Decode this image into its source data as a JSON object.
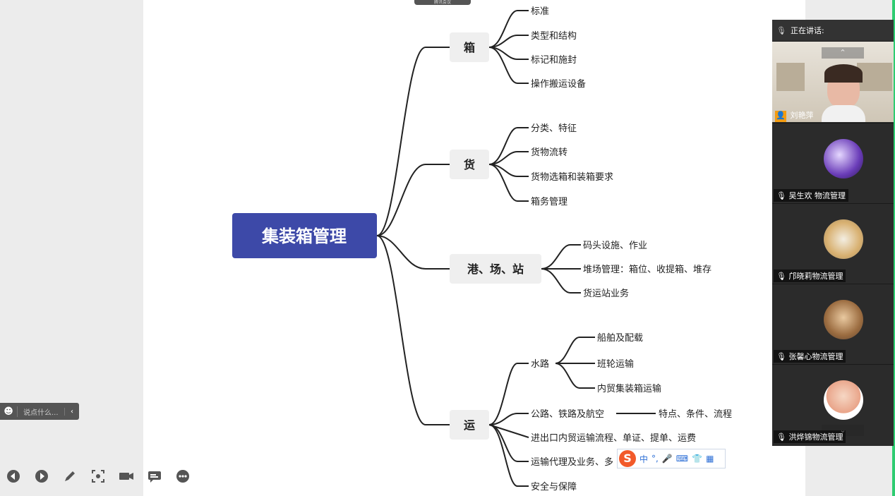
{
  "meeting": {
    "badge": "腾讯会议"
  },
  "mindmap": {
    "root": "集装箱管理",
    "branches": [
      {
        "label": "箱",
        "children": [
          "标准",
          "类型和结构",
          "标记和施封",
          "操作搬运设备"
        ]
      },
      {
        "label": "货",
        "children": [
          "分类、特征",
          "货物流转",
          "货物选箱和装箱要求",
          "箱务管理"
        ]
      },
      {
        "label": "港、场、站",
        "children": [
          "码头设施、作业",
          "堆场管理：箱位、收提箱、堆存",
          "货运站业务"
        ]
      },
      {
        "label": "运",
        "children": [
          "水路",
          "公路、铁路及航空",
          "进出口内贸运输流程、单证、提单、运费",
          "运输代理及业务、多",
          "安全与保障"
        ]
      }
    ],
    "water_children": [
      "船舶及配载",
      "班轮运输",
      "内贸集装箱运输"
    ],
    "road_extra": "特点、条件、流程"
  },
  "chat": {
    "placeholder": "说点什么...",
    "emoji_icon": "smile-icon",
    "collapse_icon": "chevron-left-icon"
  },
  "toolbar": {
    "icons": [
      "prev-icon",
      "next-icon",
      "pen-icon",
      "screenshot-icon",
      "camera-icon",
      "subtitle-icon",
      "more-icon"
    ]
  },
  "participants": {
    "speaking_label": "正在讲话:",
    "list": [
      {
        "name": "刘艳萍"
      },
      {
        "name": "吴生欢   物流管理"
      },
      {
        "name": "邝晓莉物流管理"
      },
      {
        "name": "张馨心物流管理"
      },
      {
        "name": "洪烨锦物流管理"
      }
    ]
  },
  "ime": {
    "logo": "S",
    "mode": "中",
    "punct": "°,",
    "icons": [
      "mic-icon",
      "keyboard-icon",
      "skin-icon",
      "toolbox-icon"
    ]
  },
  "colors": {
    "root_bg": "#3d49a8",
    "node_bg": "#efefef",
    "accent_green": "#2ecc71"
  }
}
